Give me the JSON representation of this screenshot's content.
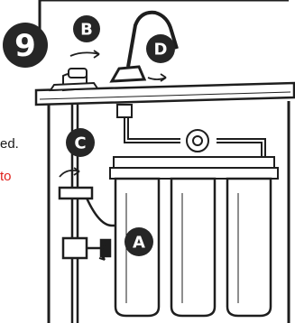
{
  "figure": {
    "step_number": "9",
    "callouts": {
      "a": "A",
      "b": "B",
      "c": "C",
      "d": "D"
    }
  },
  "side_text": {
    "fragment_1": "ed.",
    "fragment_2": "to"
  },
  "colors": {
    "line": "#1e1e1e",
    "badge": "#262626",
    "accent_text": "#e0201b",
    "background": "#ffffff"
  }
}
